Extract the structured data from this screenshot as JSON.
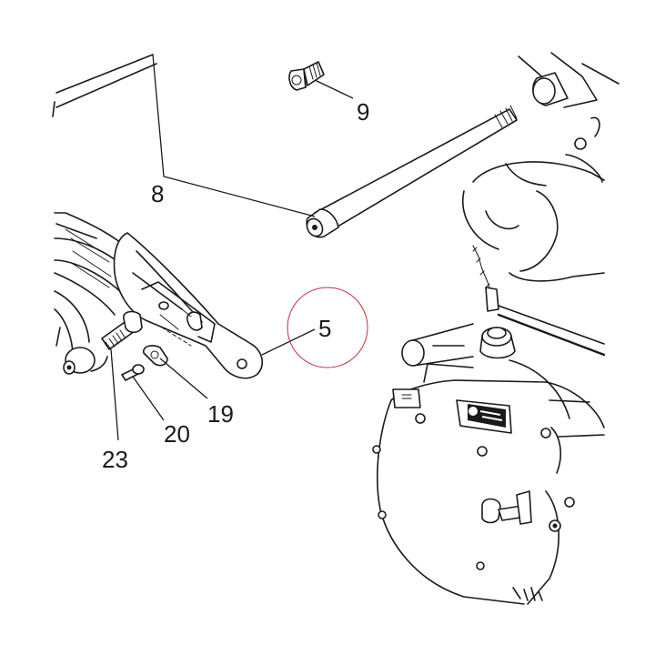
{
  "callouts": [
    {
      "id": "5",
      "label": "5",
      "highlighted": true
    },
    {
      "id": "8",
      "label": "8"
    },
    {
      "id": "9",
      "label": "9"
    },
    {
      "id": "19",
      "label": "19"
    },
    {
      "id": "20",
      "label": "20"
    },
    {
      "id": "23",
      "label": "23"
    }
  ],
  "highlight_color": "#c0313e",
  "line_color": "#1a1a1a"
}
